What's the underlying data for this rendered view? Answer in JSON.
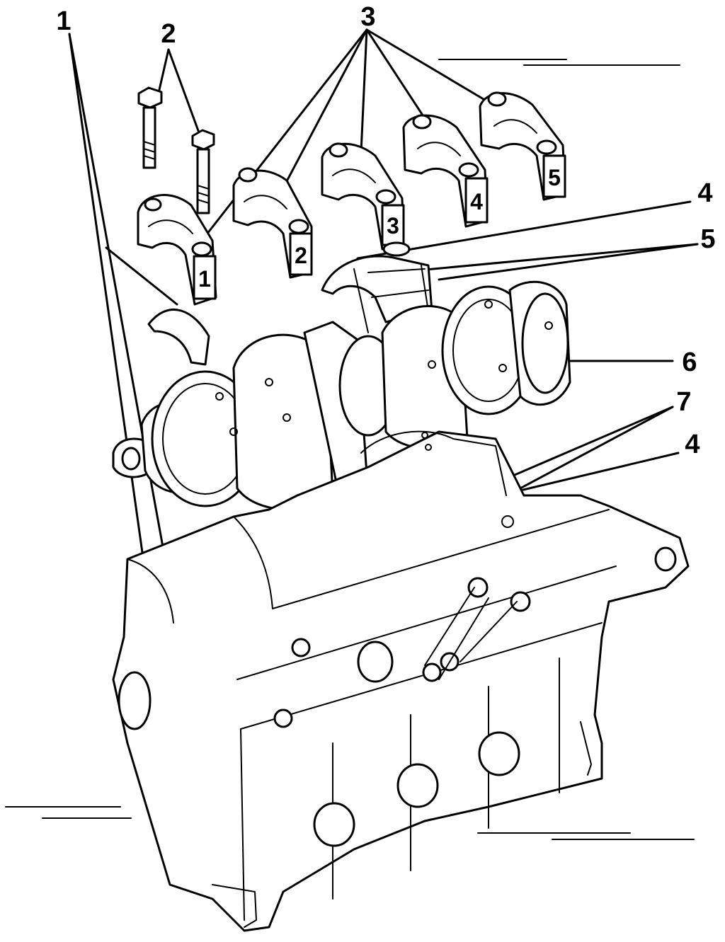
{
  "callouts": [
    {
      "id": "1",
      "label": "1"
    },
    {
      "id": "2",
      "label": "2"
    },
    {
      "id": "3",
      "label": "3"
    },
    {
      "id": "4a",
      "label": "4"
    },
    {
      "id": "5",
      "label": "5"
    },
    {
      "id": "6",
      "label": "6"
    },
    {
      "id": "7",
      "label": "7"
    },
    {
      "id": "4b",
      "label": "4"
    }
  ],
  "caps": [
    "1",
    "2",
    "3",
    "4",
    "5"
  ]
}
